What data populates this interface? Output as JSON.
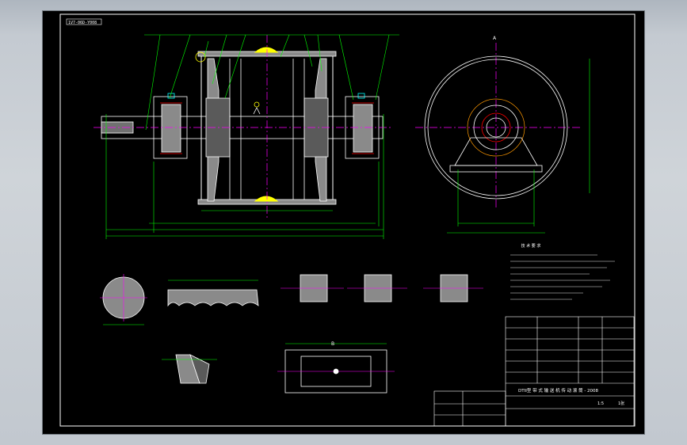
{
  "window": {
    "canvas_background": "#000000",
    "frame_color": "#ffffff",
    "note_color": "#ffffff"
  },
  "colors": {
    "outline": "#ffffff",
    "dimension": "#00ff00",
    "centerline": "#ff00ff",
    "section_fill": "#8a8a8a",
    "hatch_yellow": "#ffff00",
    "accent_red": "#ff0000",
    "accent_cyan": "#00ffff",
    "accent_orange": "#ff9900"
  },
  "drawing": {
    "corner_tag": "1V7-06D-Y008",
    "section_label_a": "A",
    "section_label_b": "B",
    "tech_notes_title": "技 术 要 求",
    "title_block": {
      "title": "DTII型  带 式 输 送 机 传 动 滚 筒 - 2008",
      "scale_text": "1:5",
      "sheet_text": "1张"
    }
  },
  "icons": [
    "roughness-symbol-icon",
    "datum-marker-icon",
    "bearing-block-icon"
  ]
}
